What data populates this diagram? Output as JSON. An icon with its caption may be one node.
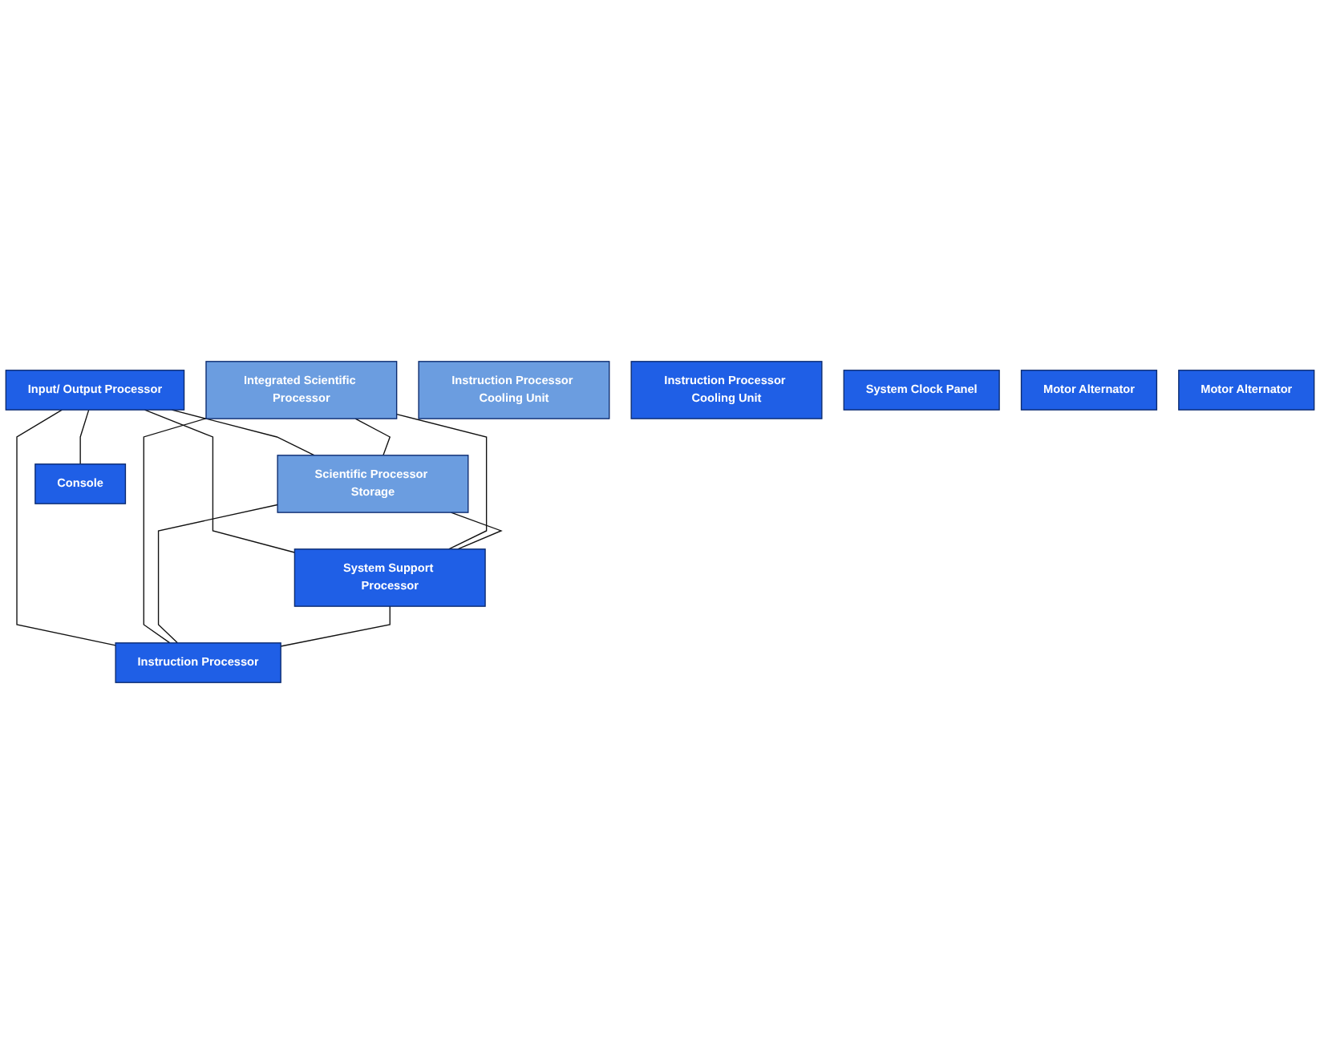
{
  "diagram": {
    "nodes": [
      {
        "text": [
          "Input/ Output Processor"
        ]
      },
      {
        "text": [
          "Integrated Scientific Processor"
        ]
      },
      {
        "text": [
          "Scientific Processor Storage"
        ]
      },
      {
        "text": [
          "System Support Processor"
        ]
      },
      {
        "text": [
          "Instruction Processor"
        ]
      },
      {
        "text": [
          "Instruction Processor Cooling Unit"
        ]
      },
      {
        "text": [
          "Instruction Processor Cooling Unit"
        ]
      },
      {
        "text": [
          "Console"
        ]
      },
      {
        "text": [
          "System Clock Panel"
        ]
      },
      {
        "text": [
          "Motor Alternator"
        ]
      },
      {
        "text": [
          "Motor Alternator"
        ]
      }
    ],
    "edges": [
      {
        "from": 0,
        "to": 2,
        "arrow": "none"
      },
      {
        "from": 0,
        "to": 4,
        "arrow": "none"
      },
      {
        "from": 0,
        "to": 3,
        "arrow": "none"
      },
      {
        "from": 0,
        "to": 7,
        "arrow": "none"
      },
      {
        "from": 1,
        "to": 3,
        "arrow": "none"
      },
      {
        "from": 1,
        "to": 2,
        "arrow": "none"
      },
      {
        "from": 2,
        "to": 3,
        "arrow": "none"
      },
      {
        "from": 1,
        "to": 4,
        "arrow": "none"
      },
      {
        "from": 2,
        "to": 4,
        "arrow": "none"
      },
      {
        "from": 3,
        "to": 4,
        "arrow": "none"
      }
    ]
  }
}
